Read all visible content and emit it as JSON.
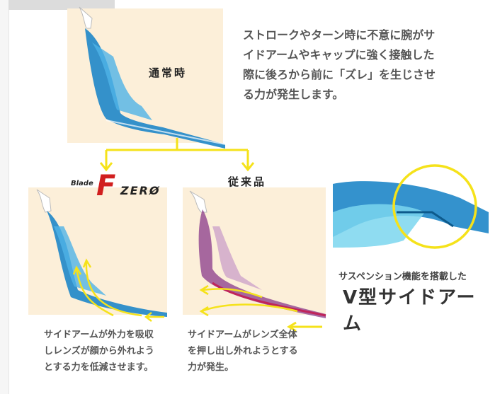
{
  "top": {
    "label": "通常時",
    "description": [
      "ストロークやターン時に不意に腕がサ",
      "イドアームやキャップに強く接触した",
      "際に後ろから前に「ズレ」を生じさせ",
      "る力が発生します。"
    ]
  },
  "brand": {
    "script": "Blade",
    "mark": "F",
    "word": "ZERØ",
    "color": "#d11f1f"
  },
  "conventional": {
    "label": "従来品"
  },
  "caption_left": [
    "サイドアームが外力を吸収",
    "しレンズが顔から外れよう",
    "とする力を低減させます。"
  ],
  "caption_right": [
    "サイドアームがレンズ全体",
    "を押し出し外れようとする",
    "力が発生。"
  ],
  "feature": {
    "subtitle": "サスペンション機能を搭載した",
    "title": "V型サイドアーム"
  },
  "colors": {
    "panel": "#fcefd9",
    "arrow": "#f5e21a",
    "goggle_blue": "#1e86c8",
    "goggle_purple": "#8a3a8a",
    "strap_red": "#c0245a"
  }
}
